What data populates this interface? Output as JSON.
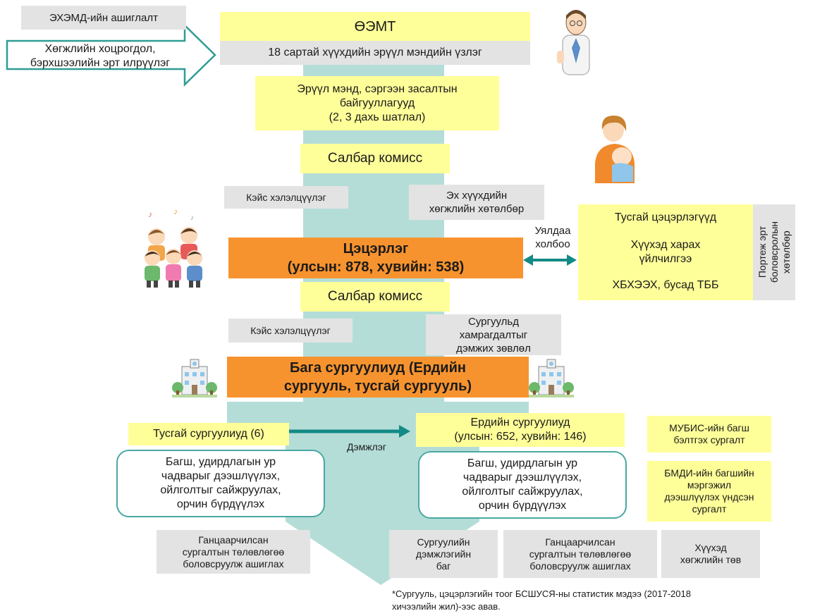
{
  "left_notes": {
    "usage": "ЭХЭМД-ийн ашиглалт",
    "early_detection": "Хөгжлийн хоцрогдол,\nбэрхшээлийн эрт илрүүлэг"
  },
  "top": {
    "title": "ӨЭМТ",
    "subtitle": "18 сартай хүүхдийн эрүүл мэндийн үзлэг"
  },
  "health_orgs": "Эрүүл мэнд, сэргээн засалтын\nбайгууллагууд\n(2, 3 дахь шатлал)",
  "subcommission_1": "Салбар комисс",
  "case_discussion_1": "Кэйс хэлэлцүүлэг",
  "mother_child_program": "Эх хүүхдийн\nхөгжлийн хөтөлбөр",
  "kindergarten": "Цэцэрлэг\n(улсын: 878, хувийн: 538)",
  "connection": "Уялдаа\nхолбоо",
  "special_providers": {
    "items": [
      "Тусгай цэцэрлэгүүд",
      "Хүүхэд харах\nүйлчилгээ",
      "ХБХЭЭХ, бусад ТББ"
    ],
    "side_label": "Портеж эрт\nболовсролын\nхөтөлбөр"
  },
  "subcommission_2": "Салбар комисс",
  "case_discussion_2": "Кэйс хэлэлцүүлэг",
  "school_support_council": "Сургуульд\nхамрагдалтыг\nдэмжих зөвлөл",
  "primary_schools": "Бага сургуулиуд (Ердийн\nсургууль, тусгай сургууль)",
  "special_schools": "Тусгай сургуулиуд (6)",
  "support": "Дэмжлэг",
  "regular_schools": "Ердийн сургуулиуд\n(улсын: 652, хувийн: 146)",
  "teacher_capacity_left": "Багш, удирдлагын ур\nчадварыг дээшлүүлэх,\nойлголтыг сайжруулах,\nорчин бүрдүүлэх",
  "teacher_capacity_right": "Багш, удирдлагын ур\nчадварыг дээшлүүлэх,\nойлголтыг сайжруулах,\nорчин бүрдүүлэх",
  "training_1": "МУБИС-ийн багш\nбэлтгэх сургалт",
  "training_2": "БМДИ-ийн багшийн\nмэргэжил\nдээшлүүлэх үндсэн\nсургалт",
  "iep_left": "Ганцаарчилсан\nсургалтын төлөвлөгөө\nболовсруулж ашиглах",
  "school_support_team": "Сургуулийн\nдэмжлэгийн\nбаг",
  "iep_right": "Ганцаарчилсан\nсургалтын төлөвлөгөө\nболовсруулж ашиглах",
  "child_dev_center": "Хүүхэд\nхөгжлийн төв",
  "footnote": "*Сургууль, цэцэрлэгийн тоог БСШУСЯ-ны статистик мэдээ (2017-2018\nхичээлийн жил)-ээс авав.",
  "colors": {
    "yellow": "#ffff99",
    "gray": "#e3e3e3",
    "orange": "#f7932e",
    "teal_flow": "#b5ddd8",
    "teal_dark": "#138a85",
    "teal_outline": "#4aa8a3"
  },
  "icons": [
    "doctor-icon",
    "mother-baby-icon",
    "children-icon",
    "school-building-icon"
  ]
}
